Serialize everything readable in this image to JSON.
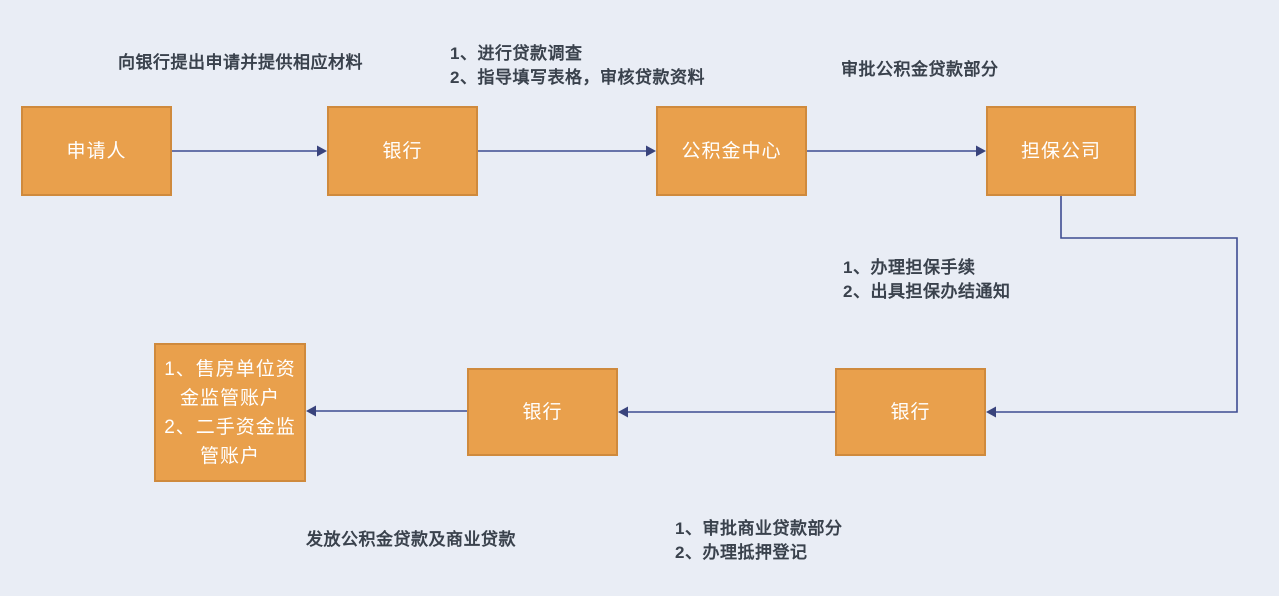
{
  "canvas": {
    "type": "flowchart",
    "topic": "公积金及商业组合贷款办理流程"
  },
  "colors": {
    "bg": "#e9edf5",
    "node_fill": "#e9a04c",
    "node_border": "#cf8a3d",
    "node_text": "#ffffff",
    "line": "#3e4c92",
    "arrow": "#39437c",
    "label_text": "#3a424d"
  },
  "nodes": [
    {
      "name": "applicant",
      "label": "申请人"
    },
    {
      "name": "bank-top",
      "label": "银行"
    },
    {
      "name": "fund-center",
      "label": "公积金中心"
    },
    {
      "name": "guarantee-company",
      "label": "担保公司"
    },
    {
      "name": "bank-bottom-right",
      "label": "银行"
    },
    {
      "name": "bank-bottom-middle",
      "label": "银行"
    },
    {
      "name": "supervision-accounts",
      "lines": [
        "1、售房单位资",
        "金监管账户",
        "2、二手资金监",
        "管账户"
      ]
    }
  ],
  "edge_labels": [
    {
      "name": "apply-to-bank",
      "lines": [
        "向银行提出申请并提供相应材料"
      ]
    },
    {
      "name": "bank-duties",
      "lines": [
        "1、进行贷款调查",
        "2、指导填写表格，审核贷款资料"
      ]
    },
    {
      "name": "approve-fund-part",
      "lines": [
        "审批公积金贷款部分"
      ]
    },
    {
      "name": "guarantee-steps",
      "lines": [
        "1、办理担保手续",
        "2、出具担保办结通知"
      ]
    },
    {
      "name": "issue-loans",
      "lines": [
        "发放公积金贷款及商业贷款"
      ]
    },
    {
      "name": "commercial-steps",
      "lines": [
        "1、审批商业贷款部分",
        "2、办理抵押登记"
      ]
    }
  ]
}
